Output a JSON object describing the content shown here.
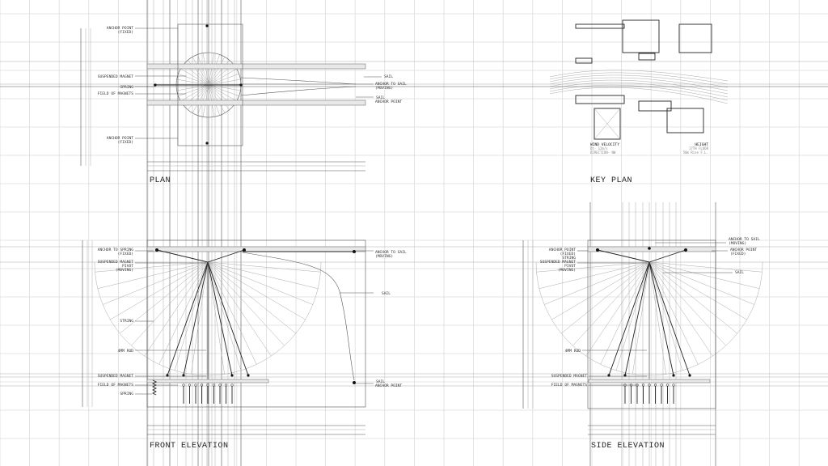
{
  "plan": {
    "title": "PLAN",
    "left_labels": [
      {
        "t1": "ANCHOR POINT",
        "t2": "(FIXED)"
      },
      {
        "t1": "SUSPENDED MAGNET"
      },
      {
        "t1": "SPRING"
      },
      {
        "t1": "FIELD OF MAGNETS"
      },
      {
        "t1": "ANCHOR POINT",
        "t2": "(FIXED)"
      }
    ],
    "right_labels": [
      {
        "t1": "SAIL"
      },
      {
        "t1": "ANCHOR TO SAIL",
        "t2": "(MOVING)"
      },
      {
        "t1": "SAIL",
        "t2": "ANCHOR POINT"
      }
    ]
  },
  "key_plan": {
    "title": "KEY PLAN",
    "wind": {
      "t1": "WIND VELOCITY",
      "t2": "Dt- 12m/s",
      "t3": "DIRECTION- NW"
    },
    "height": {
      "t1": "HEIGHT",
      "t2": "17TH FLOOR",
      "t3": "50m Rise F.L."
    }
  },
  "front": {
    "title": "FRONT ELEVATION",
    "left_labels": [
      {
        "t1": "ANCHOR TO SPRING",
        "t2": "(FIXED)"
      },
      {
        "t1": "SUSPENDED MAGNET",
        "t2": "PIVOT",
        "t3": "(MOVING)"
      },
      {
        "t1": "STRING"
      },
      {
        "t1": "4MM ROD"
      },
      {
        "t1": "SUSPENDED MAGNET"
      },
      {
        "t1": "FIELD OF MAGNETS"
      },
      {
        "t1": "SPRING"
      }
    ],
    "right_labels": [
      {
        "t1": "ANCHOR TO SAIL",
        "t2": "(MOVING)"
      },
      {
        "t1": "SAIL"
      },
      {
        "t1": "SAIL",
        "t2": "ANCHOR POINT"
      }
    ]
  },
  "side": {
    "title": "SIDE ELEVATION",
    "left_labels": [
      {
        "t1": "ANCHOR POINT",
        "t2": "(FIXED)",
        "t3": "STRING"
      },
      {
        "t1": "SUSPENDED MAGNET",
        "t2": "PIVOT",
        "t3": "(MOVING)"
      },
      {
        "t1": "4MM ROD"
      },
      {
        "t1": "SUSPENDED MAGNET"
      },
      {
        "t1": "FIELD OF MAGNETS"
      }
    ],
    "right_labels": [
      {
        "t1": "ANCHOR TO SAIL",
        "t2": "(MOVING)"
      },
      {
        "t1": "ANCHOR POINT",
        "t2": "(FIXED)"
      },
      {
        "t1": "SAIL"
      }
    ]
  }
}
